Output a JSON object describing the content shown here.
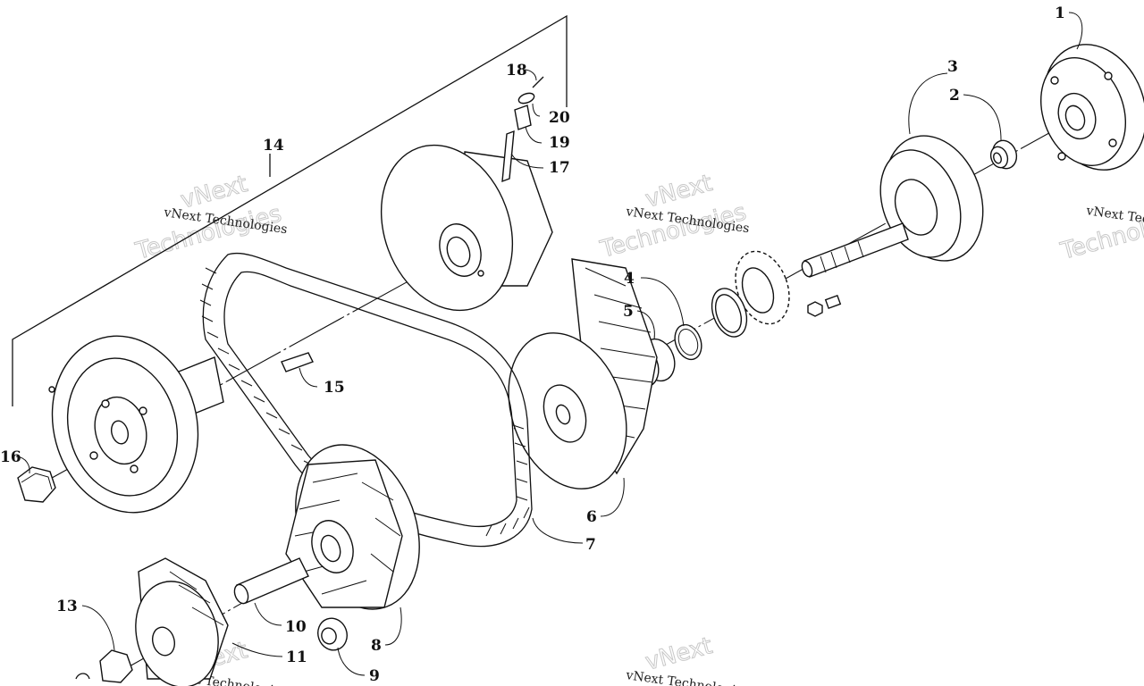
{
  "diagram": {
    "part_numbers": [
      "1",
      "2",
      "3",
      "4",
      "5",
      "6",
      "7",
      "8",
      "9",
      "10",
      "11",
      "13",
      "14",
      "15",
      "16",
      "17",
      "18",
      "19",
      "20"
    ],
    "watermark": {
      "line1": "vNext Technologies",
      "line2_top": "vNext",
      "line2_bottom": "Technologies"
    },
    "colors": {
      "line": "#111111",
      "background": "#ffffff",
      "watermark_outline": "#c8c8c8"
    }
  }
}
